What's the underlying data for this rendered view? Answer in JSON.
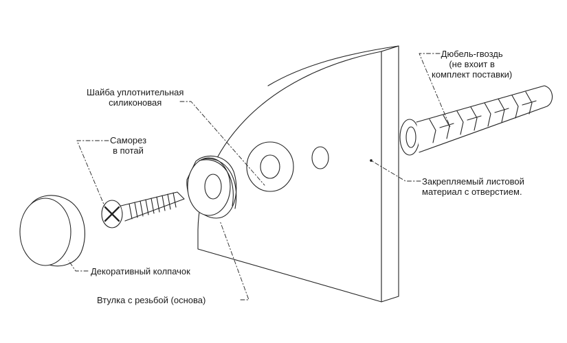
{
  "labels": {
    "dowel": [
      "Дюбель-гвоздь",
      "(не вхоит в",
      "комплект поставки)"
    ],
    "washer": [
      "Шайба уплотнительная",
      "силиконовая"
    ],
    "screw": [
      "Саморез",
      "в потай"
    ],
    "sheet": [
      "Закрепляемый листовой",
      "материал с отверстием."
    ],
    "cap": "Декоративный колпачок",
    "sleeve": "Втулка с резьбой (основа)"
  }
}
